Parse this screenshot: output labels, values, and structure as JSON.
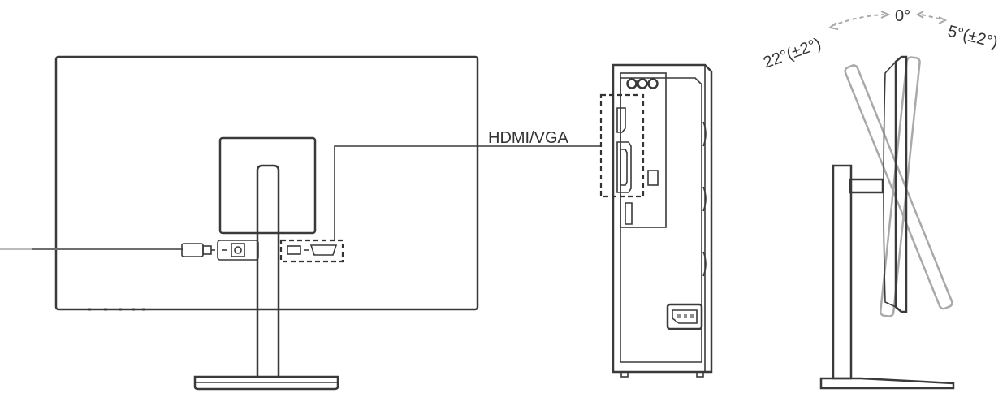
{
  "labels": {
    "cable": "HDMI/VGA",
    "tilt_zero": "0°",
    "tilt_forward": "5°(±2°)",
    "tilt_back": "22°(±2°)"
  },
  "colors": {
    "line": "#3a3a3a",
    "ghost": "#a9a9a9",
    "background": "#ffffff"
  }
}
